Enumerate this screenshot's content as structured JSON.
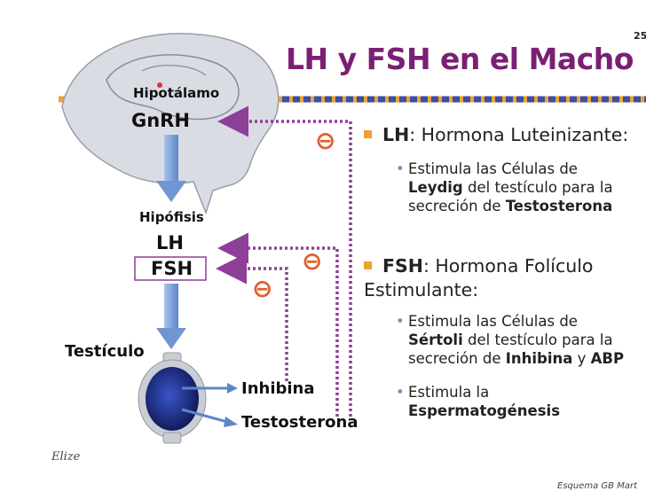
{
  "slide": {
    "number": "25",
    "title": "LH y FSH en el Macho",
    "footer": "Esquema GB Mart",
    "signature": "Elize"
  },
  "diagram": {
    "hypothalamus_label": "Hipotálamo",
    "gnrh_label": "GnRH",
    "pituitary_label": "Hipófisis",
    "lh_label": "LH",
    "fsh_label": "FSH",
    "testis_label": "Testículo",
    "inhibina_label": "Inhibina",
    "testosterona_label": "Testosterona",
    "inhibition_symbol": "⊖"
  },
  "bullets": {
    "lh_term": "LH",
    "lh_desc": ": Hormona Luteinizante:",
    "lh_l1": "Estimula las Células de",
    "lh_l2_bold": "Leydig",
    "lh_l2_rest": " del testículo para la",
    "lh_l3_a": "secreción de ",
    "lh_l3_bold": "Testosterona",
    "fsh_term": "FSH",
    "fsh_desc": ": Hormona Folículo",
    "fsh_desc2": "Estimulante:",
    "fsh_l1": "Estimula las Células de",
    "fsh_l2_bold": "Sértoli",
    "fsh_l2_rest": " del testículo para la",
    "fsh_l3_a": "secreción de ",
    "fsh_l3_bold1": "Inhibina",
    "fsh_l3_mid": " y ",
    "fsh_l3_bold2": "ABP",
    "fsh_l4": "Estimula la",
    "fsh_l5_bold": "Espermatogénesis"
  },
  "colors": {
    "title": "#7b1f74",
    "arrow_dotted": "#8e3f98",
    "inhibit": "#e0602a",
    "bar_orange": "#f0a030",
    "bar_blue": "#3d4fa0",
    "arrow_blue": "#7fa6d8",
    "testis": "#2a3b8c"
  }
}
